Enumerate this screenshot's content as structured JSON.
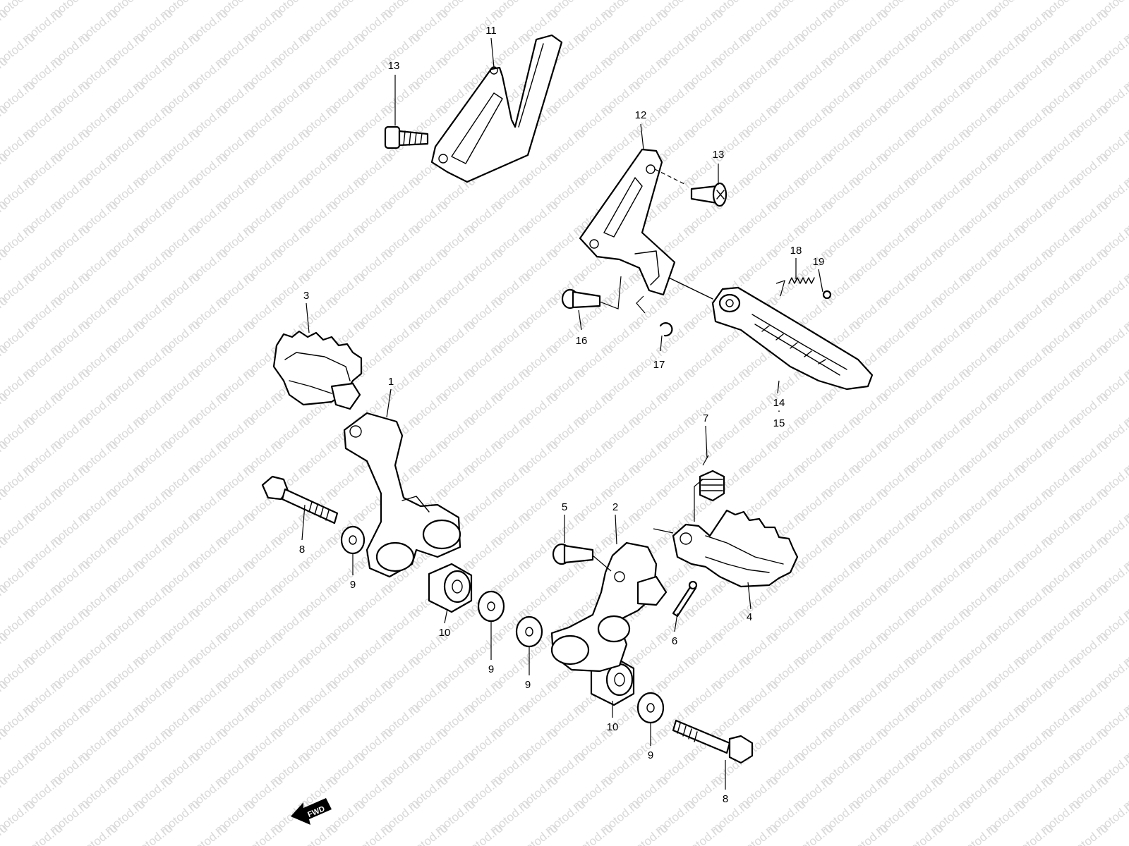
{
  "watermark": "motod.ru",
  "fwd_label": "FWD",
  "callouts": {
    "p1": "1",
    "p2": "2",
    "p3": "3",
    "p4": "4",
    "p5": "5",
    "p6": "6",
    "p7": "7",
    "p8a": "8",
    "p8b": "8",
    "p9a": "9",
    "p9b": "9",
    "p9c": "9",
    "p9d": "9",
    "p10a": "10",
    "p10b": "10",
    "p11": "11",
    "p12": "12",
    "p13a": "13",
    "p13b": "13",
    "p14": "14",
    "p15": "15",
    "p16": "16",
    "p17": "17",
    "p18": "18",
    "p19": "19"
  },
  "colors": {
    "line": "#000000",
    "background": "#ffffff",
    "watermark": "#d9d9d9"
  }
}
